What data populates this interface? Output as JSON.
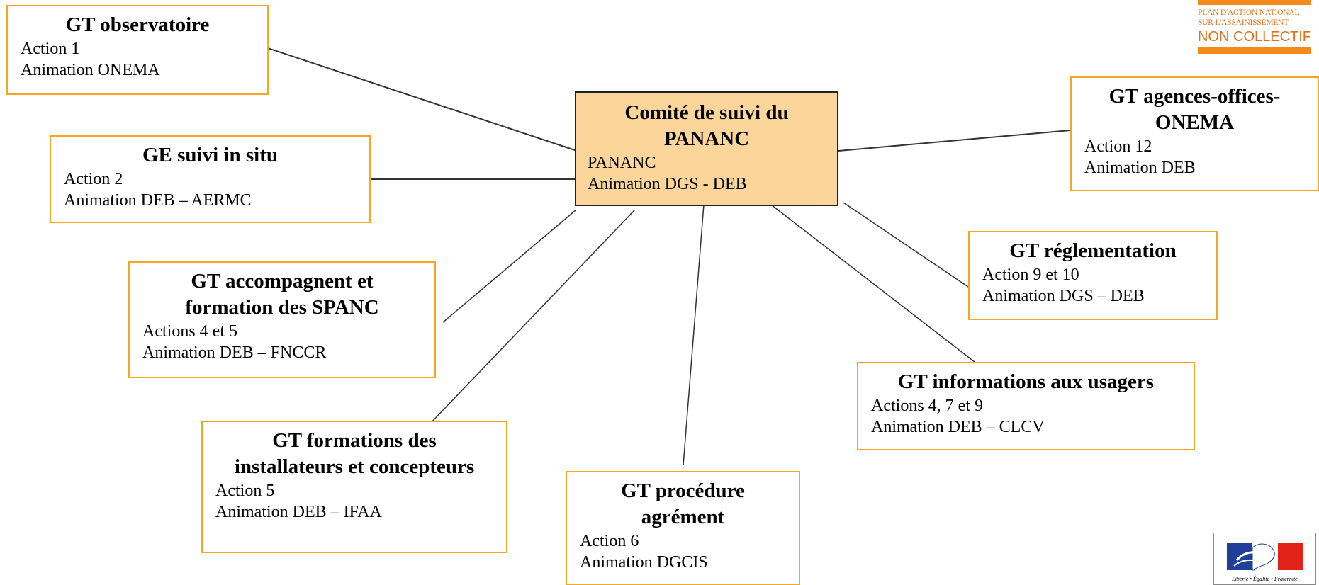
{
  "central": {
    "title_line1": "Comité de suivi du",
    "title_line2": "PANANC",
    "lines": [
      "PANANC",
      "Animation DGS - DEB"
    ]
  },
  "groups": [
    {
      "id": "observatoire",
      "title": [
        "GT observatoire"
      ],
      "lines": [
        "Action 1",
        "Animation ONEMA"
      ]
    },
    {
      "id": "suivi-in-situ",
      "title": [
        "GE suivi in situ"
      ],
      "lines": [
        "Action 2",
        "Animation DEB – AERMC"
      ]
    },
    {
      "id": "accompagnent",
      "title": [
        "GT accompagnent et",
        "formation des SPANC"
      ],
      "lines": [
        "Actions 4 et 5",
        "Animation DEB – FNCCR"
      ]
    },
    {
      "id": "formations-installateurs",
      "title": [
        "GT formations des",
        "installateurs et concepteurs"
      ],
      "lines": [
        "Action 5",
        "Animation DEB – IFAA"
      ]
    },
    {
      "id": "procedure-agrement",
      "title": [
        "GT procédure",
        "agrément"
      ],
      "lines": [
        "Action 6",
        "Animation DGCIS"
      ]
    },
    {
      "id": "informations-usagers",
      "title": [
        "GT informations aux usagers"
      ],
      "lines": [
        "Actions 4, 7 et 9",
        "Animation DEB – CLCV"
      ]
    },
    {
      "id": "reglementation",
      "title": [
        "GT réglementation"
      ],
      "lines": [
        "Action 9 et 10",
        "Animation DGS – DEB"
      ]
    },
    {
      "id": "agences-offices",
      "title": [
        "GT agences-offices-",
        "ONEMA"
      ],
      "lines": [
        "Action 12",
        "Animation DEB"
      ]
    }
  ],
  "logo_top": {
    "line1": "PLAN D'ACTION NATIONAL",
    "line2": "SUR L'ASSAINISSEMENT",
    "line3": "NON COLLECTIF",
    "color": "#e0701a",
    "bar_color": "#f28a1c"
  },
  "logo_rf": {
    "motto": "Liberté • Égalité • Fraternité",
    "colors": [
      "#1f3f99",
      "#e2231a"
    ]
  },
  "colors": {
    "box_border": "#f5a623",
    "central_fill": "#fcd59a",
    "connector": "#333333"
  }
}
